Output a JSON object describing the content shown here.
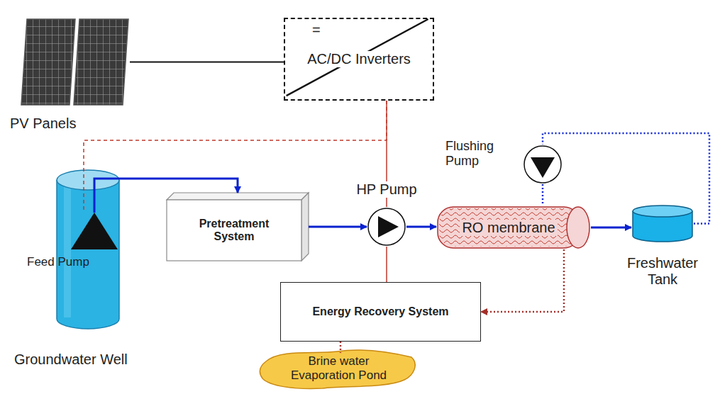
{
  "diagram": {
    "nodes": [
      {
        "text": [
          "PV Panels"
        ]
      },
      {
        "text": [
          "=",
          "AC/DC Inverters"
        ]
      },
      {
        "text": [
          "Groundwater Well"
        ]
      },
      {
        "text": [
          "Feed Pump"
        ],
        "in": 2
      },
      {
        "text": [
          "Pretreatment System"
        ]
      },
      {
        "text": [
          "HP Pump"
        ]
      },
      {
        "text": [
          "RO membrane"
        ]
      },
      {
        "text": [
          "Flushing Pump"
        ]
      },
      {
        "text": [
          "Freshwater Tank"
        ]
      },
      {
        "text": [
          "Energy Recovery System"
        ]
      },
      {
        "text": [
          "Brine water Evaporation Pond"
        ]
      }
    ],
    "edges": [
      {
        "from": 0,
        "to": 1,
        "arrow": "none"
      },
      {
        "from": 1,
        "to": 3,
        "arrow": "none"
      },
      {
        "from": 1,
        "to": 5,
        "arrow": "none"
      },
      {
        "from": 3,
        "to": 4,
        "arrow": "to"
      },
      {
        "from": 4,
        "to": 5,
        "arrow": "to"
      },
      {
        "from": 5,
        "to": 6,
        "arrow": "to"
      },
      {
        "from": 6,
        "to": 8,
        "arrow": "to"
      },
      {
        "from": 8,
        "to": 7,
        "arrow": "none"
      },
      {
        "from": 7,
        "to": 6,
        "arrow": "none"
      },
      {
        "from": 6,
        "to": 9,
        "arrow": "to"
      },
      {
        "from": 9,
        "to": 5,
        "arrow": "none"
      },
      {
        "from": 9,
        "to": 10,
        "arrow": "none"
      }
    ]
  }
}
